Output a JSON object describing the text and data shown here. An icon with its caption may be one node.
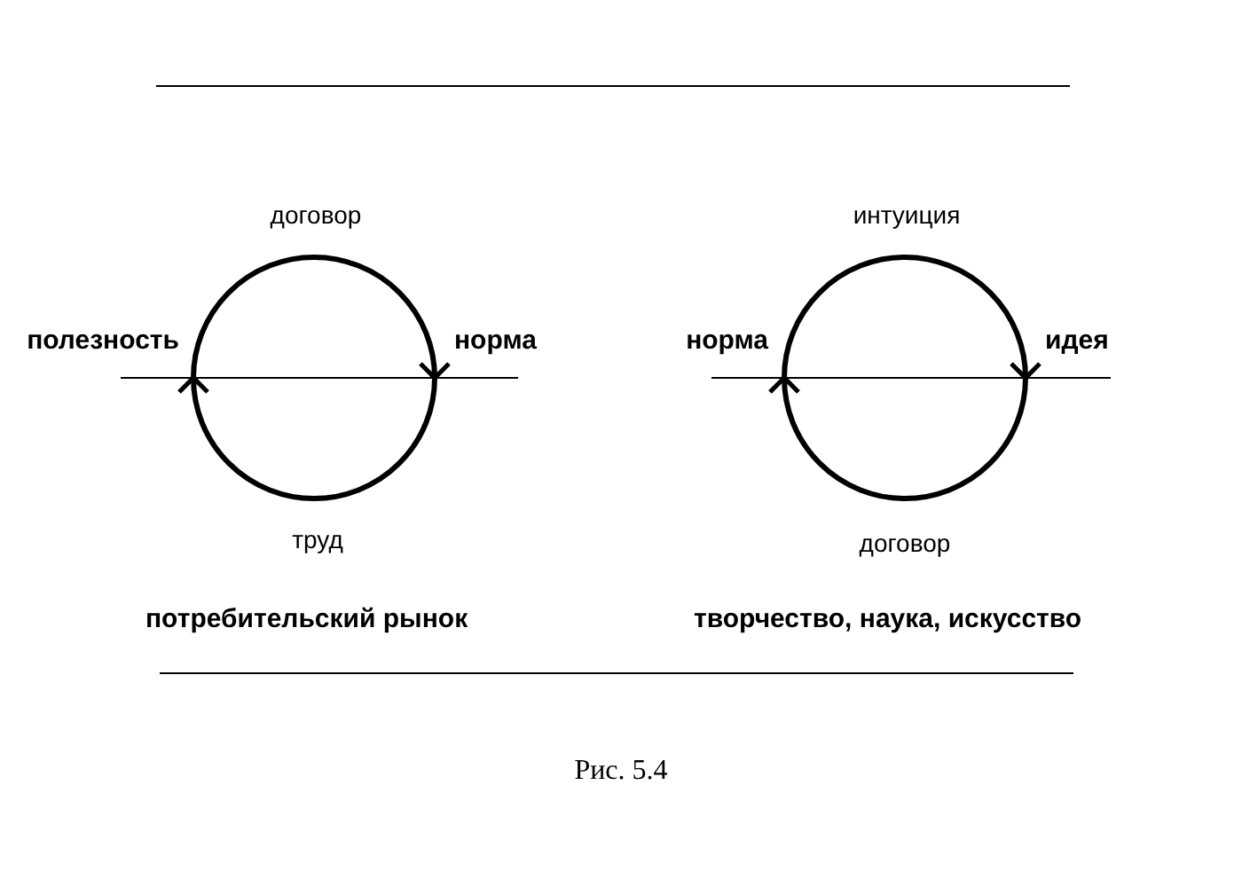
{
  "diagram": {
    "caption": "Рис. 5.4",
    "nodes": [
      {
        "text": [
          "полезность"
        ]
      },
      {
        "text": [
          "норма"
        ]
      },
      {
        "text": [
          "норма"
        ]
      },
      {
        "text": [
          "идея"
        ]
      }
    ],
    "edges": [
      {
        "from": 0,
        "to": 1,
        "arrow": "to",
        "label": "договор"
      },
      {
        "from": 1,
        "to": 0,
        "arrow": "to",
        "label": "труд"
      },
      {
        "from": 2,
        "to": 3,
        "arrow": "to",
        "label": "интуиция"
      },
      {
        "from": 3,
        "to": 2,
        "arrow": "to",
        "label": "договор"
      }
    ],
    "labels": [
      "потребительский рынок",
      "творчество, наука, искусство"
    ]
  }
}
